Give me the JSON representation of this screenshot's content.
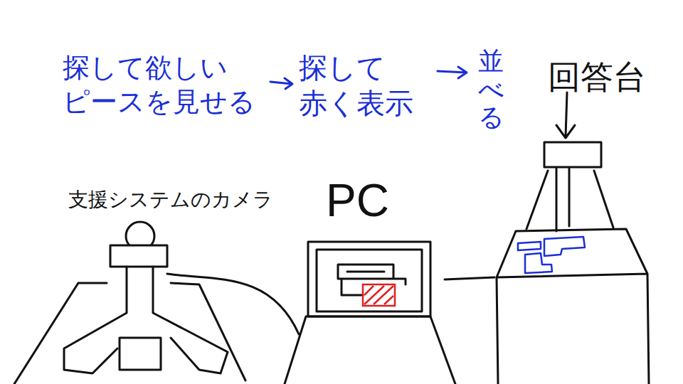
{
  "diagram": {
    "labels": [
      "探して欲しい ピースを見せる",
      "探して 赤く表示",
      "並べる",
      "回答台",
      "支援システムのカメラ",
      "PC"
    ]
  }
}
